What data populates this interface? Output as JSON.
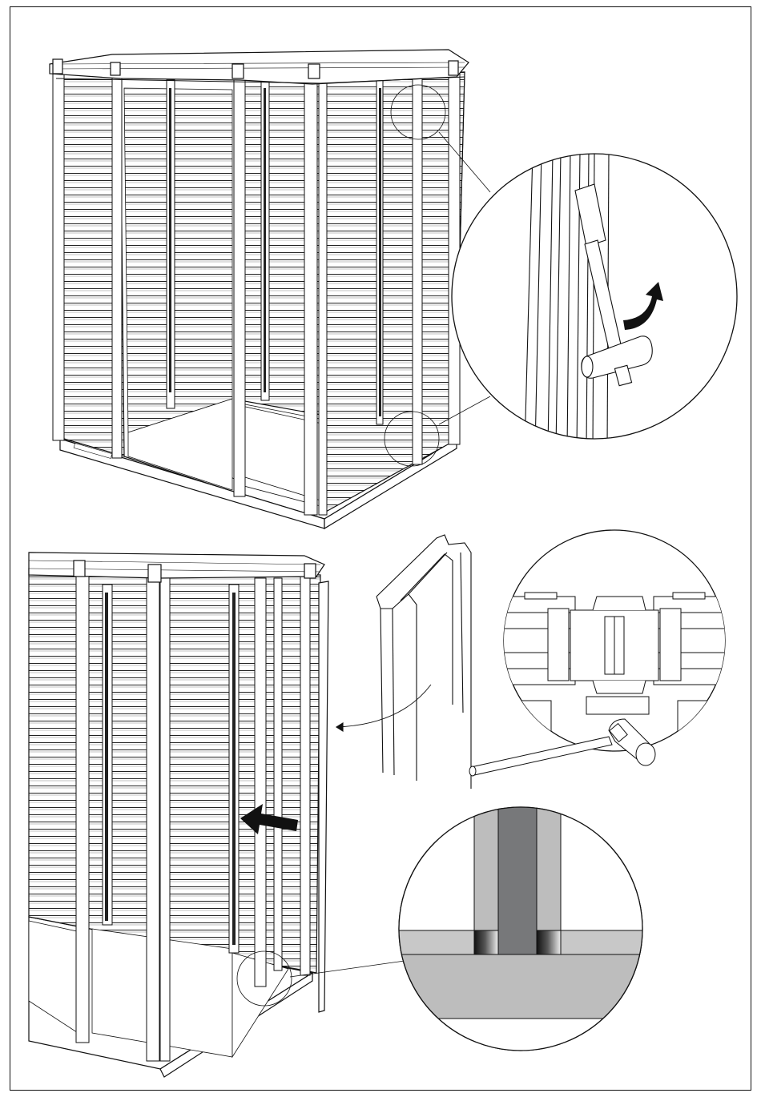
{
  "figure": {
    "panels": [
      {
        "name": "shed-frame-top",
        "detail_callouts": [
          "hammer-tap-detail"
        ]
      },
      {
        "name": "shed-frame-bottom",
        "detail_callouts": [
          "door-strip-profile",
          "profile-cross-section",
          "floor-joint-detail"
        ]
      }
    ],
    "arrows": [
      "rotate-arrow",
      "insert-arrow"
    ],
    "colors": {
      "line": "#111111",
      "fill": "#ffffff",
      "detail_gray": "#bdbdbd",
      "detail_dark": "#77787a"
    }
  }
}
